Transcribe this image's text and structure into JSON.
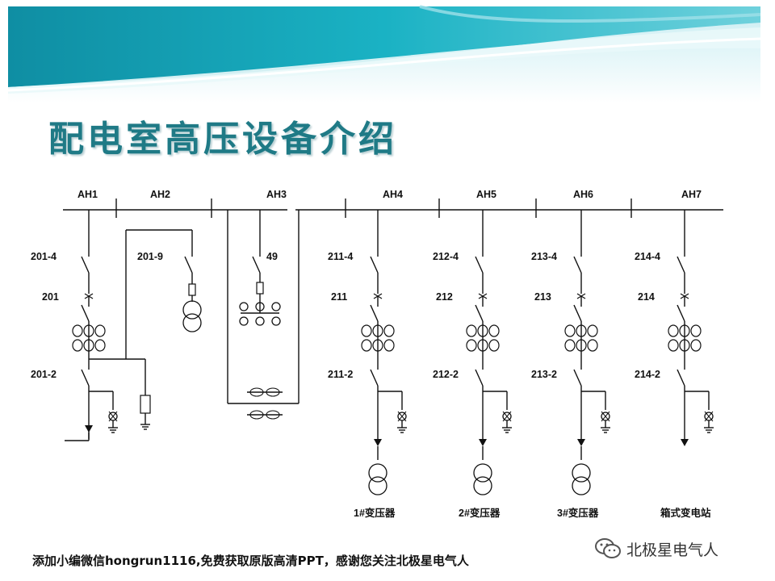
{
  "slide": {
    "title": "配电室高压设备介绍",
    "footer": "添加小编微信hongrun1116,免费获取原版高清PPT，感谢您关注北极星电气人",
    "watermark": "北极星电气人"
  },
  "colors": {
    "title": "#1f7a86",
    "banner_dark": "#17a3b5",
    "banner_light": "#d8f1f5"
  },
  "diagram": {
    "cabinets": [
      "AH1",
      "AH2",
      "AH3",
      "AH4",
      "AH5",
      "AH6",
      "AH7"
    ],
    "feeder1": {
      "disconnect": "201-4",
      "breaker": "201",
      "earth_switch": "201-2"
    },
    "pt": {
      "disconnect": "201-9"
    },
    "busbar_tie": {
      "disconnect": "49"
    },
    "feeders": [
      {
        "disconnect": "211-4",
        "breaker": "211",
        "earth_switch": "211-2",
        "load": "1#变压器"
      },
      {
        "disconnect": "212-4",
        "breaker": "212",
        "earth_switch": "212-2",
        "load": "2#变压器"
      },
      {
        "disconnect": "213-4",
        "breaker": "213",
        "earth_switch": "213-2",
        "load": "3#变压器"
      },
      {
        "disconnect": "214-4",
        "breaker": "214",
        "earth_switch": "214-2",
        "load": "箱式变电站"
      }
    ]
  }
}
